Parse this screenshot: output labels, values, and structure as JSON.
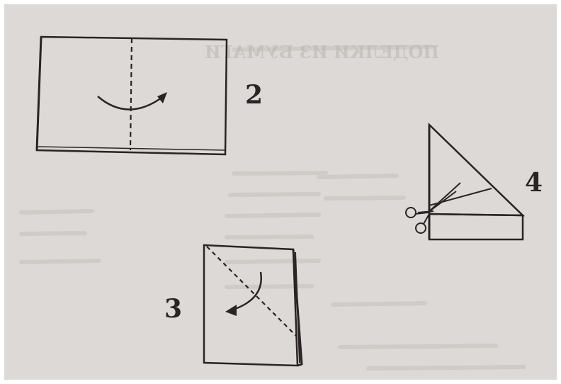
{
  "colors": {
    "page_background": "#ffffff",
    "paper": "#dcd9d6",
    "ink": "#2a2524",
    "faded_text": "#bcb7b3"
  },
  "steps": [
    {
      "number": "2",
      "instruction_icons": [
        "fold-line",
        "curved-arrow"
      ]
    },
    {
      "number": "3",
      "instruction_icons": [
        "diagonal-fold-line",
        "curved-arrow"
      ]
    },
    {
      "number": "4",
      "instruction_icons": [
        "folded-triangle",
        "scissors-icon"
      ]
    }
  ],
  "bleed_through_text": "ПОДЕЛКИ ИЗ БУМАГИ"
}
